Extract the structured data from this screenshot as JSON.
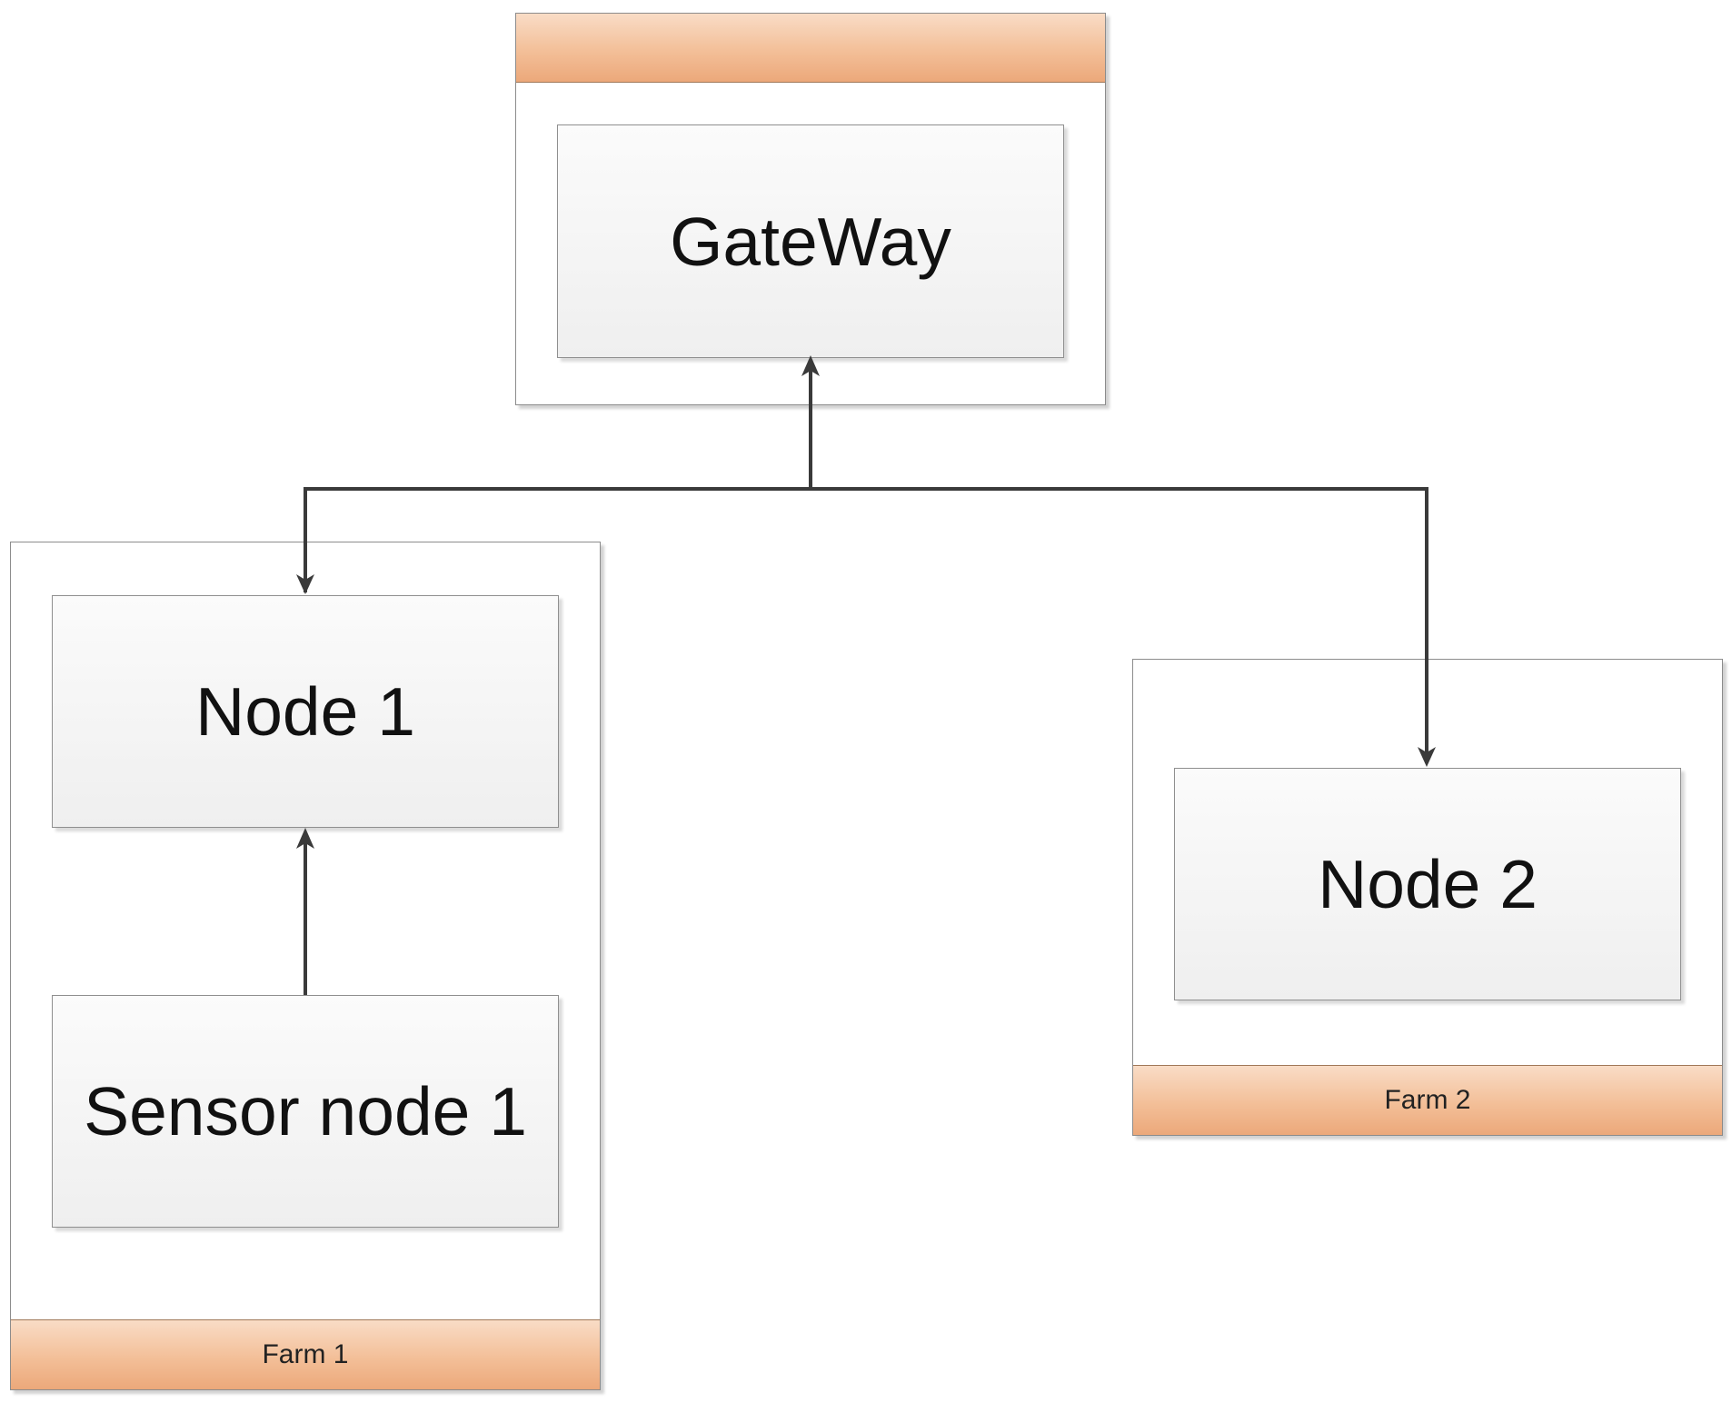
{
  "diagram": {
    "gateway_container": {
      "header": ""
    },
    "gateway": {
      "label": "GateWay"
    },
    "farm1": {
      "label": "Farm 1"
    },
    "farm2": {
      "label": "Farm 2"
    },
    "node1": {
      "label": "Node 1"
    },
    "sensor1": {
      "label": "Sensor node 1"
    },
    "node2": {
      "label": "Node 2"
    },
    "edges": [
      {
        "from": "node1",
        "to": "gateway"
      },
      {
        "from": "sensor1",
        "to": "node1"
      },
      {
        "from": "gateway",
        "to": "node2"
      }
    ]
  }
}
